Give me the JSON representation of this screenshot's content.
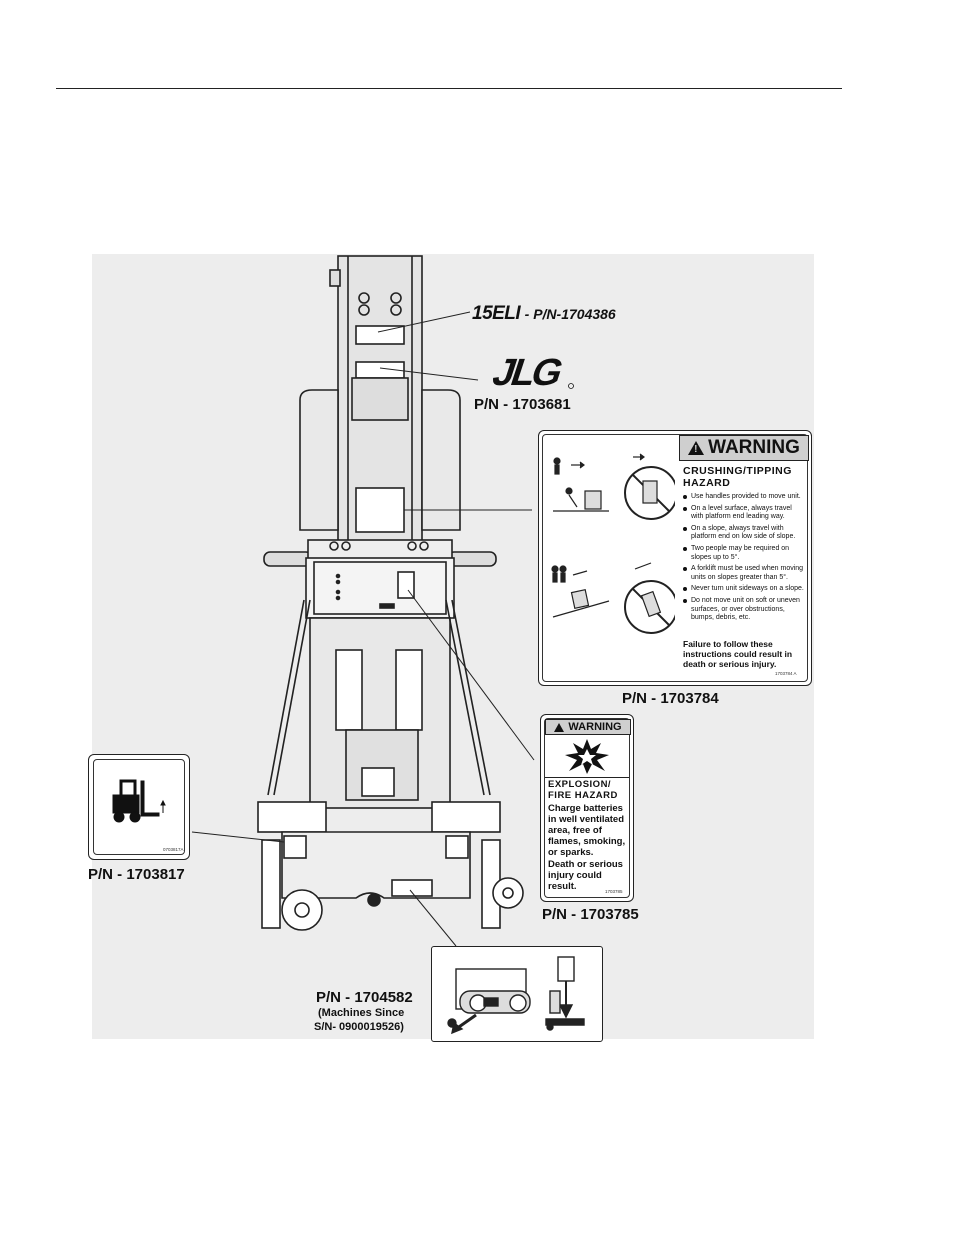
{
  "labels": {
    "model": "15ELI",
    "model_pn": "- P/N-1704386",
    "logo_text": "JLG",
    "logo_pn": "P/N - 1703681",
    "warning1_pn": "P/N - 1703784",
    "warning2_pn": "P/N - 1703785",
    "forklift_pn": "P/N - 1703817",
    "brake_pn": "P/N - 1704582",
    "brake_note_line1": "(Machines Since",
    "brake_note_line2": "S/N- 0900019526)"
  },
  "warning1": {
    "header": "WARNING",
    "title_line1": "CRUSHING/TIPPING",
    "title_line2": "HAZARD",
    "bullets": [
      "Use handles provided to move unit.",
      "On a level surface, always travel with platform end leading way.",
      "On a slope, always travel with platform end on low side of slope.",
      "Two people may be required on slopes up to 5°.",
      "A forklift must be used when moving units on slopes greater than 5°.",
      "Never turn unit sideways on a slope.",
      "Do not move unit on soft or uneven surfaces, or over obstructions, bumps, debris, etc."
    ],
    "consequence": "Failure to follow these instructions could result in death or serious injury.",
    "code": "1703784 A"
  },
  "warning2": {
    "header": "WARNING",
    "title_line1": "EXPLOSION/",
    "title_line2": "FIRE HAZARD",
    "instruction": "Charge batteries in well ventilated area, free of flames, smoking, or sparks.",
    "consequence": "Death or serious injury could result.",
    "code": "1703785"
  },
  "forklift_decal": {
    "code": "0703817A"
  },
  "icons": [
    "warning-triangle-icon",
    "forklift-icon",
    "explosion-icon",
    "person-icon",
    "prohibited-icon"
  ],
  "colors": {
    "line": "#222222",
    "figure_bg": "#ededed",
    "warning_header": "#cfcfcf"
  }
}
